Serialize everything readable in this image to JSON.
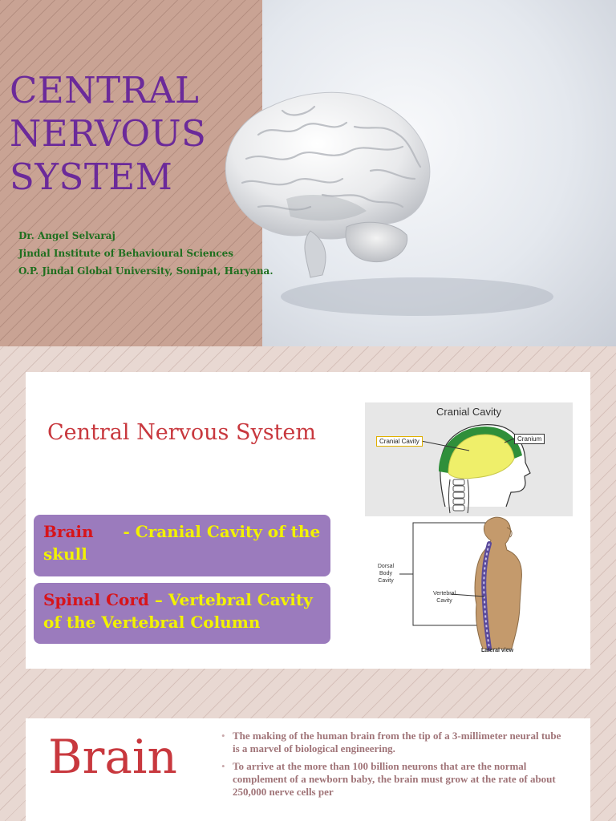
{
  "slide1": {
    "title_lines": [
      "CENTRAL",
      "NERVOUS",
      "SYSTEM"
    ],
    "authors": [
      "Dr. Angel Selvaraj",
      "Jindal Institute of Behavioural Sciences",
      "O.P. Jindal Global University, Sonipat, Haryana."
    ],
    "image_icon": "brain-illustration"
  },
  "slide2": {
    "title": "Central Nervous System",
    "item1": {
      "term": "Brain",
      "sep": " - ",
      "desc": "Cranial Cavity of the skull"
    },
    "item2": {
      "term": "Spinal Cord",
      "sep": " – ",
      "desc": "Vertebral Cavity of the Vertebral Column"
    },
    "diagram1": {
      "title": "Cranial Cavity",
      "label_cavity": "Cranial Cavity",
      "label_cranium": "Cranium"
    },
    "diagram2": {
      "label_dorsal": "Dorsal Body Cavity",
      "label_vertebral": "Vertebral Cavity",
      "caption": "Lateral view"
    }
  },
  "slide3": {
    "title": "Brain",
    "bullets": [
      "The making of the human brain from the tip of a 3-millimeter neural tube is a marvel of biological engineering.",
      "To arrive at the more than 100 billion neurons that are the normal complement of a newborn baby, the brain must grow at the rate of about 250,000 nerve cells per"
    ]
  },
  "colors": {
    "title_purple": "#6b2a9a",
    "author_green": "#1f6f1f",
    "heading_red": "#c8383e",
    "pill_purple": "#9b7bbd",
    "pill_yellow": "#f2f200",
    "pill_red": "#d7141a",
    "bullet_text": "#a07478"
  }
}
